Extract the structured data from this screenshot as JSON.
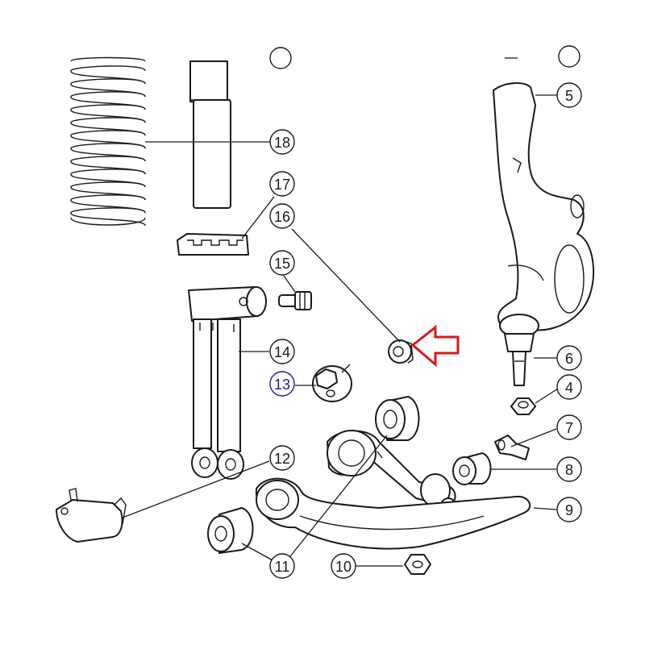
{
  "callouts": [
    {
      "id": "5",
      "label": "5"
    },
    {
      "id": "6",
      "label": "6"
    },
    {
      "id": "4",
      "label": "4"
    },
    {
      "id": "7",
      "label": "7"
    },
    {
      "id": "8",
      "label": "8"
    },
    {
      "id": "9",
      "label": "9"
    },
    {
      "id": "10",
      "label": "10"
    },
    {
      "id": "11",
      "label": "11"
    },
    {
      "id": "12",
      "label": "12"
    },
    {
      "id": "13",
      "label": "13",
      "highlight": true
    },
    {
      "id": "14",
      "label": "14"
    },
    {
      "id": "15",
      "label": "15"
    },
    {
      "id": "16",
      "label": "16"
    },
    {
      "id": "17",
      "label": "17"
    },
    {
      "id": "18",
      "label": "18"
    }
  ],
  "colors": {
    "ink": "#1a1a1a",
    "highlight_callout": "#1a1ab4",
    "arrow": "#d41a1a"
  },
  "indicator": {
    "icon": "red-outline-arrow-icon",
    "points_to": "16"
  }
}
